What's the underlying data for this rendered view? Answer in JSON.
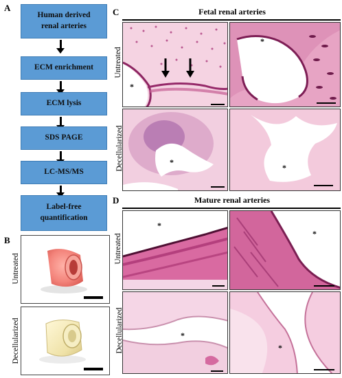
{
  "panels": {
    "A": "A",
    "B": "B",
    "C": "C",
    "D": "D"
  },
  "flow": {
    "steps": [
      "Human derived renal arteries",
      "ECM enrichment",
      "ECM lysis",
      "SDS PAGE",
      "LC-MS/MS",
      "Label-free quantification"
    ]
  },
  "panelB": {
    "untreated_label": "Untreated",
    "decellularized_label": "Decellularized"
  },
  "panelC": {
    "title": "Fetal renal arteries",
    "untreated_label": "Untreated",
    "decellularized_label": "Decellularized",
    "lumen_marker": "*"
  },
  "panelD": {
    "title": "Mature renal arteries",
    "untreated_label": "Untreated",
    "decellularized_label": "Decellularized",
    "lumen_marker": "*"
  },
  "colors": {
    "flow_box": "#5b9bd5",
    "he_stain_dark": "#b0306e",
    "he_stain_light": "#f1c8d8"
  }
}
